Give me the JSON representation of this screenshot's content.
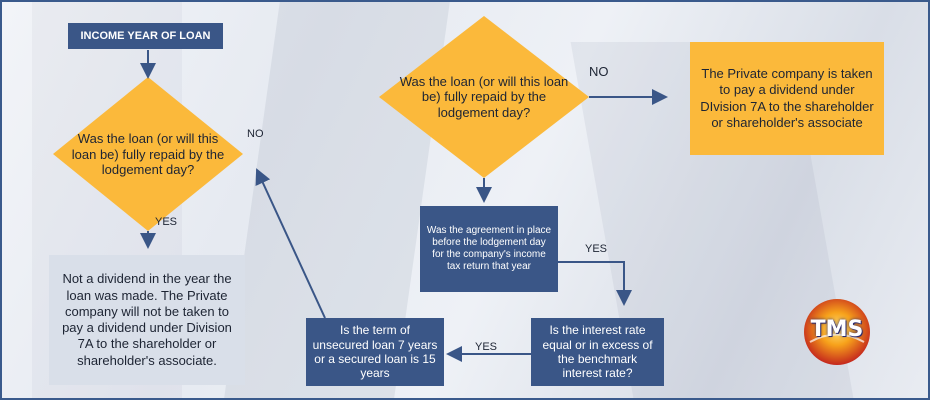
{
  "nodes": {
    "income_year": "INCOME YEAR OF LOAN",
    "q_repaid_left": "Was the loan (or will this loan be) fully repaid by the lodgement day?",
    "q_repaid_right": "Was the loan (or will this loan be) fully repaid by the lodgement day?",
    "not_dividend": "Not a dividend in the year the loan was made. The Private company will not be taken to pay a dividend under Division 7A to the shareholder or shareholder's associate.",
    "pays_dividend": "The Private company is taken to pay a dividend under DIvision 7A to the shareholder or shareholder's associate",
    "q_agreement": "Was the agreement in place before the lodgement day for the company's income tax return that year",
    "q_interest": "Is the interest rate equal or in excess of the benchmark interest rate?",
    "q_term": "Is the term of unsecured loan 7 years or a secured loan is 15 years"
  },
  "edge_labels": {
    "yes_left": "YES",
    "no_left": "NO",
    "no_right": "NO",
    "yes_agreement": "YES",
    "yes_interest": "YES"
  },
  "logo": {
    "text": "TMS"
  },
  "colors": {
    "navy": "#3a5687",
    "orange": "#fbb93b",
    "grey": "#d9dfe9",
    "arrow": "#3a5687"
  }
}
